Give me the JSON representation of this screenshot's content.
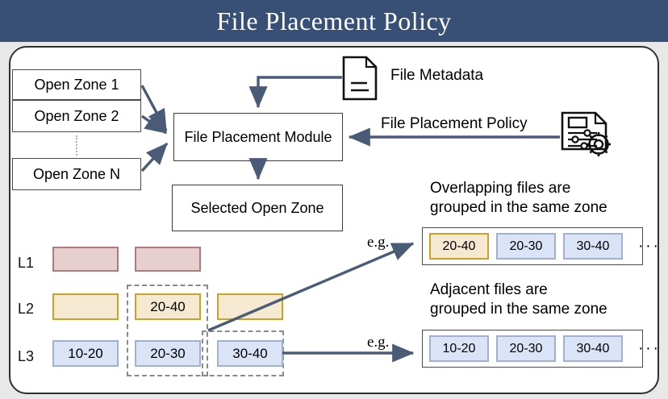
{
  "header": {
    "title": "File Placement Policy"
  },
  "open_zones": {
    "items": [
      {
        "label": "Open Zone 1"
      },
      {
        "label": "Open Zone 2"
      },
      {
        "label": "Open Zone N"
      }
    ],
    "separator": "vertical-dotted"
  },
  "modules": {
    "placement": "File Placement Module",
    "selected": "Selected Open Zone"
  },
  "inputs": {
    "metadata_label": "File Metadata",
    "metadata_icon": "document-icon",
    "policy_label": "File Placement Policy",
    "policy_icon": "document-settings-gear-icon"
  },
  "lsm": {
    "levels": [
      {
        "name": "L1",
        "files": [
          {
            "label": "",
            "color": "red"
          },
          {
            "label": "",
            "color": "red"
          }
        ]
      },
      {
        "name": "L2",
        "files": [
          {
            "label": "",
            "color": "yellow"
          },
          {
            "label": "20-40",
            "color": "yellow"
          },
          {
            "label": "",
            "color": "yellow"
          }
        ]
      },
      {
        "name": "L3",
        "files": [
          {
            "label": "10-20",
            "color": "blue"
          },
          {
            "label": "20-30",
            "color": "blue"
          },
          {
            "label": "30-40",
            "color": "blue"
          }
        ]
      }
    ]
  },
  "examples": [
    {
      "caption_line1": "Overlapping files are",
      "caption_line2": "grouped in the same zone",
      "eg_label": "e.g.",
      "chips": [
        {
          "label": "20-40",
          "color": "yellow"
        },
        {
          "label": "20-30",
          "color": "blue"
        },
        {
          "label": "30-40",
          "color": "blue"
        }
      ],
      "ellipsis": "···"
    },
    {
      "caption_line1": "Adjacent files are",
      "caption_line2": "grouped in the same zone",
      "eg_label": "e.g.",
      "chips": [
        {
          "label": "10-20",
          "color": "blue"
        },
        {
          "label": "20-30",
          "color": "blue"
        },
        {
          "label": "30-40",
          "color": "blue"
        }
      ],
      "ellipsis": "···"
    }
  ],
  "colors": {
    "title_bar": "#384f76",
    "arrow": "#4a5b78",
    "red_fill": "#e7cfcf",
    "yellow_fill": "#f6e9d2",
    "blue_fill": "#dbe3f6",
    "page_bg": "#e8e8e8"
  }
}
